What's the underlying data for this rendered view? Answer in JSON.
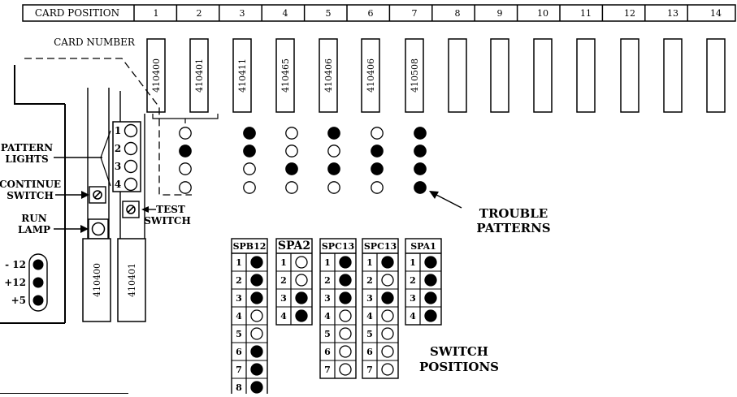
{
  "card_position": {
    "label": "CARD POSITION",
    "positions": [
      "1",
      "2",
      "3",
      "4",
      "5",
      "6",
      "7",
      "8",
      "9",
      "10",
      "11",
      "12",
      "13",
      "14"
    ]
  },
  "card_number_label": "CARD NUMBER",
  "card_numbers": [
    "410400",
    "410401",
    "410411",
    "410465",
    "410406",
    "410406",
    "410508",
    "",
    "",
    "",
    "",
    "",
    "",
    ""
  ],
  "trouble_patterns": {
    "label_line1": "TROUBLE",
    "label_line2": "PATTERNS",
    "columns": [
      [
        false,
        true,
        false,
        false
      ],
      [
        true,
        true,
        false,
        false
      ],
      [
        false,
        false,
        true,
        false
      ],
      [
        true,
        false,
        true,
        false
      ],
      [
        false,
        true,
        true,
        false
      ],
      [
        true,
        true,
        true,
        true
      ]
    ]
  },
  "pattern_lights": {
    "label_line1": "PATTERN",
    "label_line2": "LIGHTS",
    "numbers": [
      "1",
      "2",
      "3",
      "4"
    ]
  },
  "continue_switch": {
    "label_line1": "CONTINUE",
    "label_line2": "SWITCH"
  },
  "test_switch": {
    "label_line1": "TEST",
    "label_line2": "SWITCH"
  },
  "run_lamp": {
    "label_line1": "RUN",
    "label_line2": "LAMP"
  },
  "power_lamps": [
    "- 12",
    "+12",
    "+5"
  ],
  "panel_cards": [
    "410400",
    "410401"
  ],
  "switch_positions": {
    "label_line1": "SWITCH",
    "label_line2": "POSITIONS",
    "groups": [
      {
        "name": "SPB12",
        "rows": [
          {
            "n": "1",
            "on": true
          },
          {
            "n": "2",
            "on": true
          },
          {
            "n": "3",
            "on": true
          },
          {
            "n": "4",
            "on": false
          },
          {
            "n": "5",
            "on": false
          },
          {
            "n": "6",
            "on": true
          },
          {
            "n": "7",
            "on": true
          },
          {
            "n": "8",
            "on": true
          }
        ]
      },
      {
        "name": "SPA2",
        "rows": [
          {
            "n": "1",
            "on": false
          },
          {
            "n": "2",
            "on": false
          },
          {
            "n": "3",
            "on": true
          },
          {
            "n": "4",
            "on": true
          }
        ]
      },
      {
        "name": "SPC13",
        "rows": [
          {
            "n": "1",
            "on": true
          },
          {
            "n": "2",
            "on": true
          },
          {
            "n": "3",
            "on": true
          },
          {
            "n": "4",
            "on": false
          },
          {
            "n": "5",
            "on": false
          },
          {
            "n": "6",
            "on": false
          },
          {
            "n": "7",
            "on": false
          }
        ]
      },
      {
        "name": "SPC13",
        "rows": [
          {
            "n": "1",
            "on": true
          },
          {
            "n": "2",
            "on": false
          },
          {
            "n": "3",
            "on": true
          },
          {
            "n": "4",
            "on": false
          },
          {
            "n": "5",
            "on": false
          },
          {
            "n": "6",
            "on": false
          },
          {
            "n": "7",
            "on": false
          }
        ]
      },
      {
        "name": "SPA1",
        "rows": [
          {
            "n": "1",
            "on": true
          },
          {
            "n": "2",
            "on": true
          },
          {
            "n": "3",
            "on": true
          },
          {
            "n": "4",
            "on": true
          }
        ]
      }
    ]
  }
}
